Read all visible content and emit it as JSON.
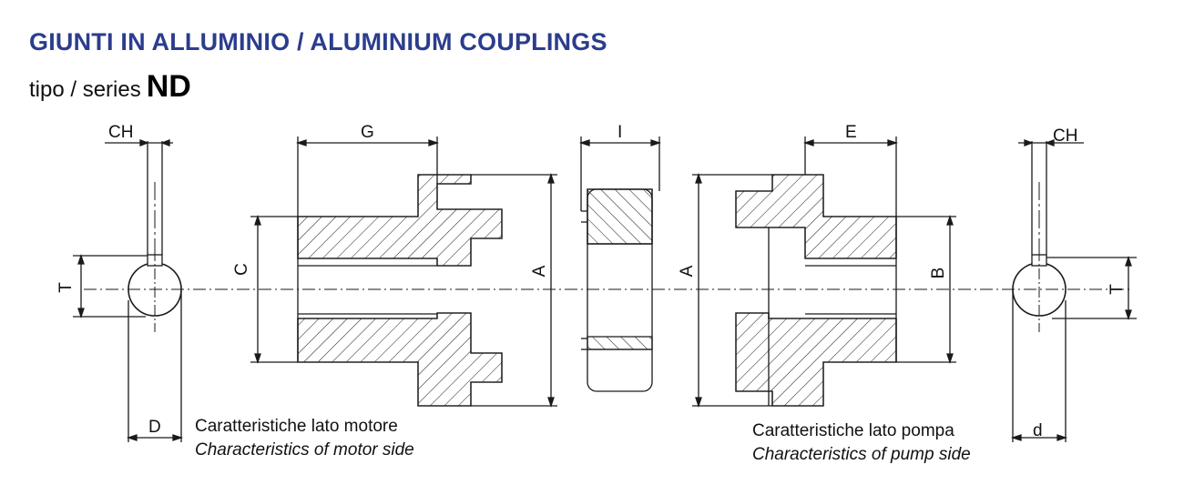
{
  "header": {
    "title": "GIUNTI IN ALLUMINIO / ALUMINIUM COUPLINGS",
    "subtitle_prefix": "tipo / series",
    "series_name": "ND"
  },
  "dimension_labels": {
    "ch_left": "CH",
    "t_left": "T",
    "d_upper": "D",
    "c": "C",
    "g": "G",
    "a_left": "A",
    "i": "I",
    "a_right": "A",
    "e": "E",
    "b": "B",
    "ch_right": "CH",
    "t_right": "T",
    "d_lower": "d"
  },
  "captions": {
    "motor_it": "Caratteristiche lato motore",
    "motor_en": "Characteristics of motor side",
    "pump_it": "Caratteristiche lato pompa",
    "pump_en": "Characteristics of pump side"
  },
  "colors": {
    "title": "#2b3d8c",
    "line": "#1a1a1a"
  }
}
